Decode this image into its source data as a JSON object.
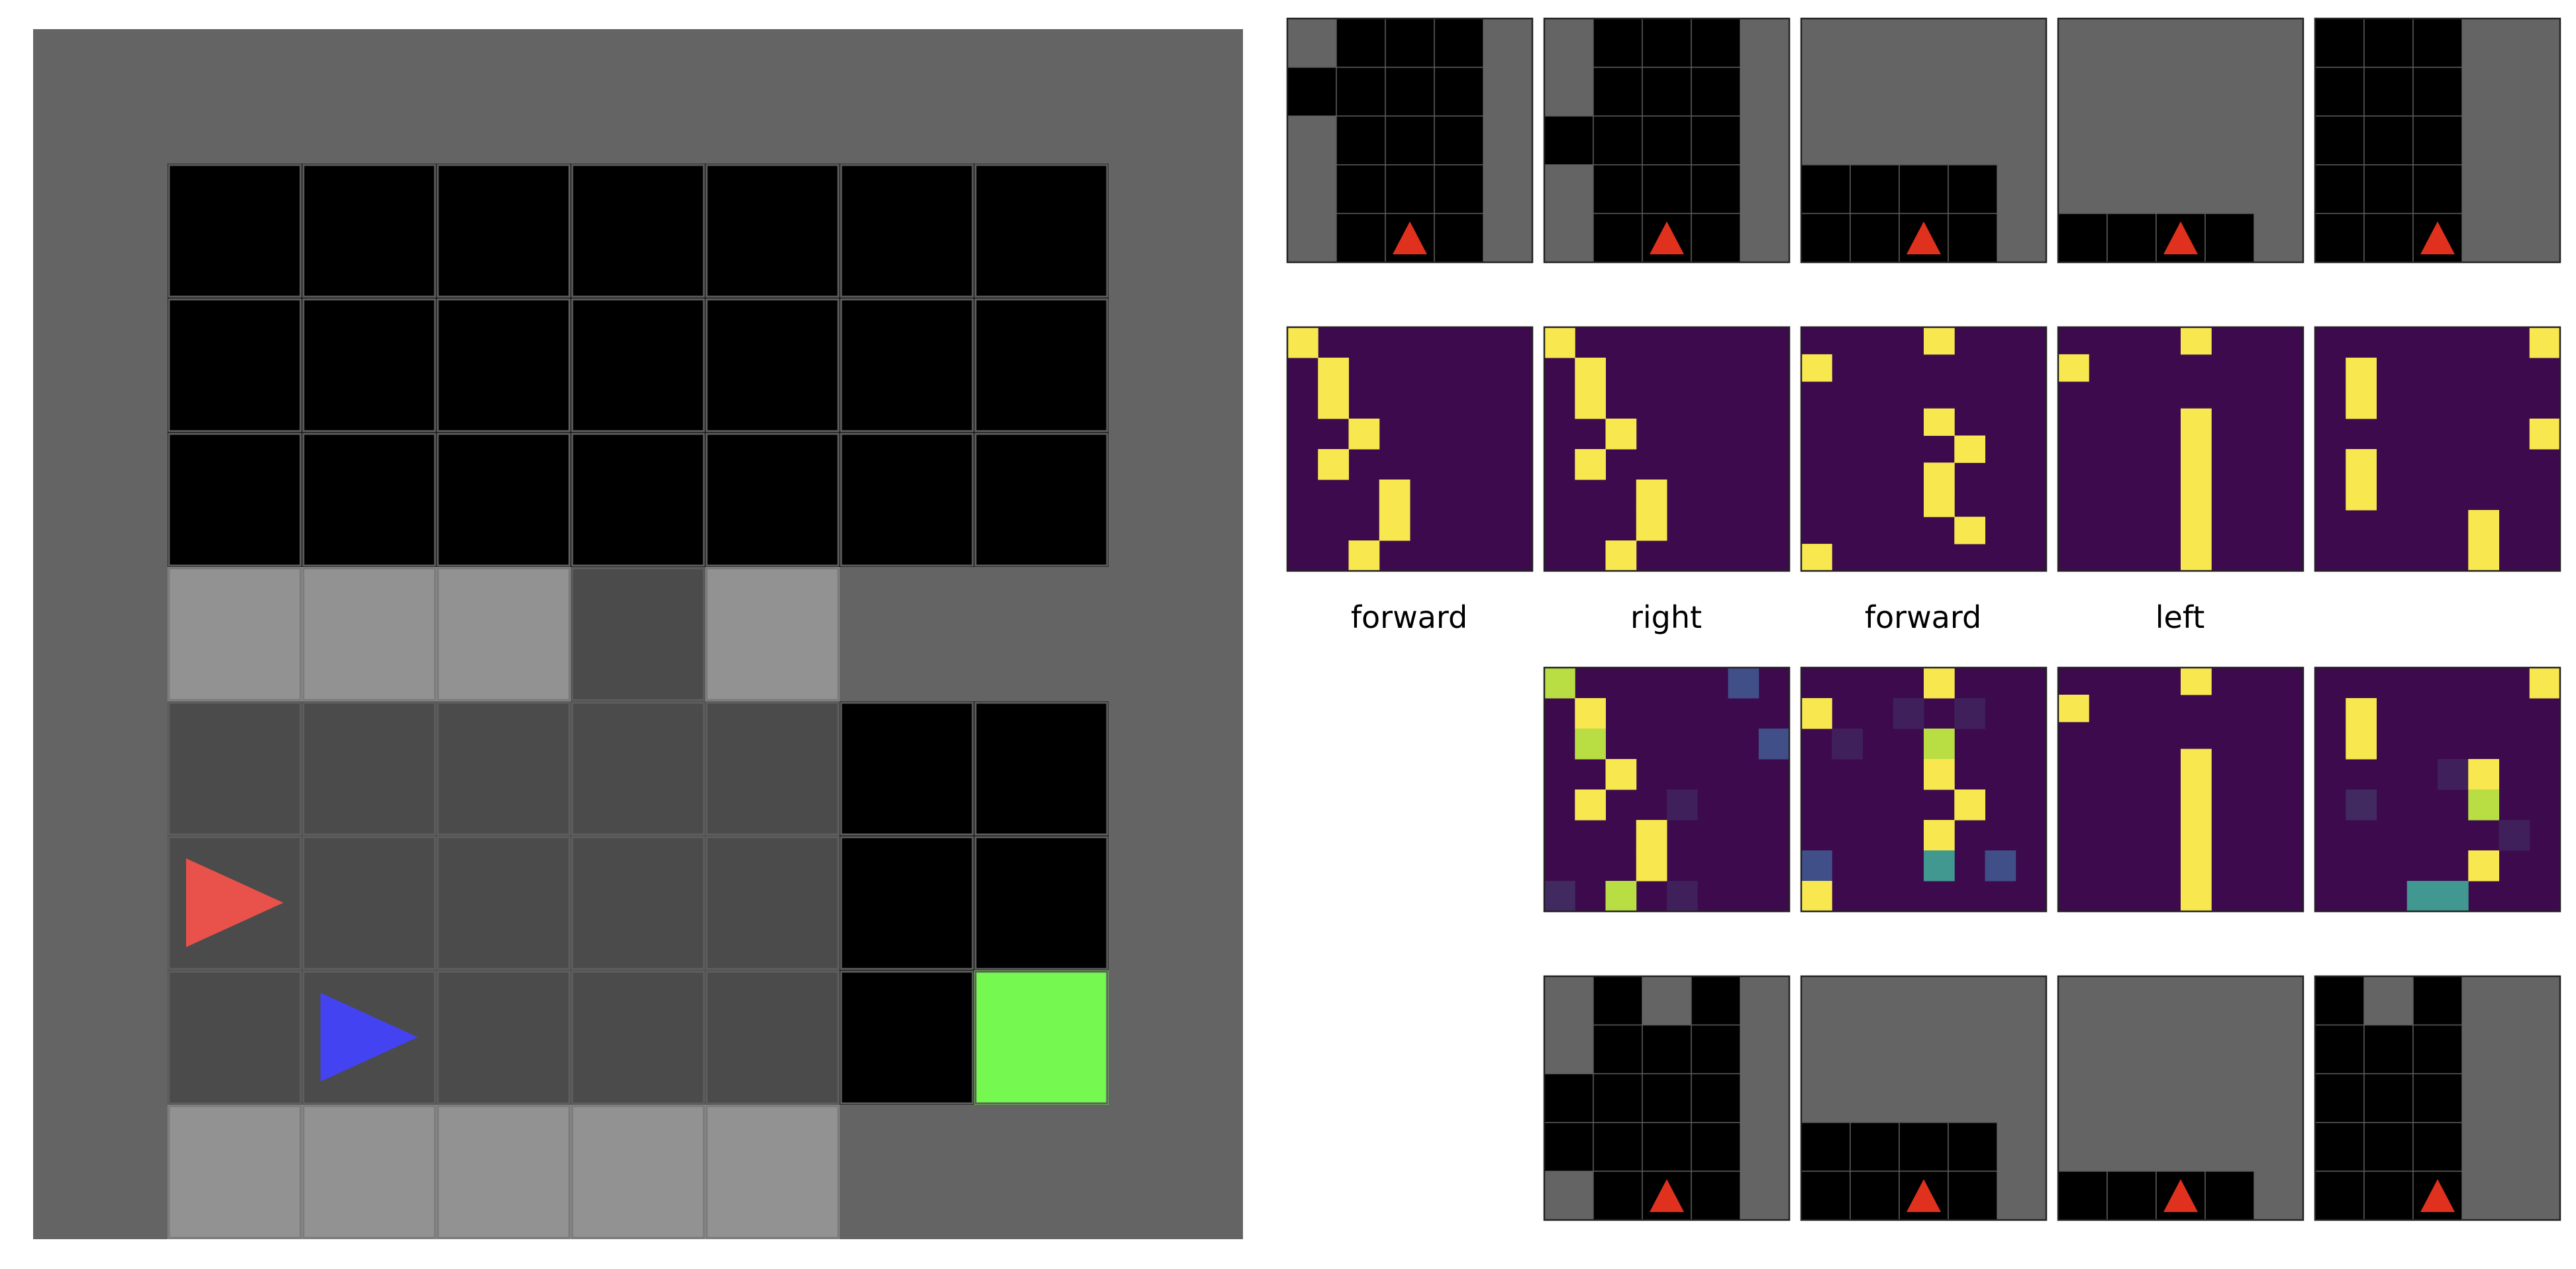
{
  "colors": {
    "wall": "#646464",
    "unseen": "#000000",
    "floor": "#4b4b4b",
    "floor_lit": "#929292",
    "goal": "#75f84f",
    "agent_red": "#e8524a",
    "agent_blue": "#4343f2",
    "view_agent": "#e0301e",
    "view_grid": "#5a5a5a",
    "heat_bg": "#3c0a4d",
    "heat_hi": "#f8e74f",
    "heat_mid": "#b8de44",
    "heat_teal": "#409890",
    "heat_blue": "#404f88",
    "heat_dim": "#40205a",
    "heat_dim2": "#402a60"
  },
  "main_map": {
    "cols": 9,
    "rows": 9,
    "cells": [
      "WWWWWWWWW",
      "WUUUUUUUW",
      "WUUUUUUUW",
      "WUUUUUUUW",
      "WLLLFLWWW",
      "WFFFFFUUW",
      "WFFFFFUUW",
      "WFFFFFUGW",
      "WLLLLLWWW"
    ],
    "agents": [
      {
        "name": "red",
        "col": 1,
        "row": 6,
        "direction": "right"
      },
      {
        "name": "blue",
        "col": 2,
        "row": 7,
        "direction": "right"
      }
    ]
  },
  "action_labels": [
    "forward",
    "right",
    "forward",
    "left",
    ""
  ],
  "top_views": [
    [
      "WUUUW",
      "UUUUW",
      "WUUUW",
      "WUUUW",
      "WUAUW"
    ],
    [
      "WUUUW",
      "WUUUW",
      "UUUUW",
      "WUUUW",
      "WUAUW"
    ],
    [
      "WWWWW",
      "WWWWW",
      "WWWWW",
      "UUUUW",
      "UUAUW"
    ],
    [
      "WWWWW",
      "WWWWW",
      "WWWWW",
      "WWWWW",
      "UUAUW"
    ],
    [
      "UUUWW",
      "UUUWW",
      "UUUWW",
      "UUUWW",
      "UUAWW"
    ]
  ],
  "bottom_views": [
    [
      "WUWUW",
      "WUUUW",
      "UUUUW",
      "UUUUW",
      "WUAUW"
    ],
    [
      "WWWWW",
      "WWWWW",
      "WWWWW",
      "UUUUW",
      "UUAUW"
    ],
    [
      "WWWWW",
      "WWWWW",
      "WWWWW",
      "WWWWW",
      "UUAUW"
    ],
    [
      "UWUWW",
      "UUUWW",
      "UUUWW",
      "UUUWW",
      "UUAWW"
    ]
  ],
  "attention_maps": [
    [
      "h.......",
      ".h......",
      ".h......",
      "..h.....",
      ".h......",
      "...h....",
      "...h....",
      "..h....."
    ],
    [
      "h.......",
      ".h......",
      ".h......",
      "..h.....",
      ".h......",
      "...h....",
      "...h....",
      "..h....."
    ],
    [
      "....h...",
      "h.......",
      "........",
      "....h...",
      ".....h..",
      "....h...",
      "....h...",
      ".....h..",
      "h......."
    ],
    [
      "....h...",
      "h.......",
      "........",
      "....h...",
      "....h...",
      "....h...",
      "....h...",
      "....h...",
      "....h..."
    ],
    [
      ".......h",
      ".h......",
      ".h......",
      ".......h",
      ".h......",
      ".h......",
      ".....h..",
      ".....h.."
    ]
  ],
  "predicted_maps": [
    [
      "m.....b.",
      ".h......",
      ".m.....B",
      "..h.....",
      ".h..d...",
      "...h....",
      "...h....",
      "D.m.d..."
    ],
    [
      "....h...",
      "h..d.d..",
      ".d..m...",
      "....h...",
      ".....h..",
      "....h...",
      "B...T.B.",
      "h......."
    ],
    [
      "....h...",
      "h.......",
      "........",
      "....h...",
      "....h...",
      "....h...",
      "....h...",
      "....h...",
      "....h..."
    ],
    [
      ".......h",
      ".h......",
      ".h......",
      "....dh..",
      ".D...m..",
      "......d.",
      ".....h..",
      "...TT..."
    ]
  ]
}
